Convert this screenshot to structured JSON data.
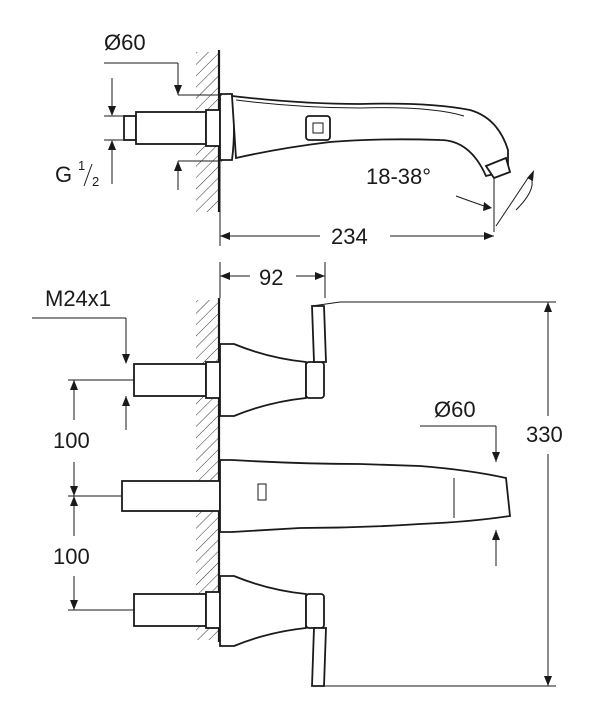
{
  "top_view": {
    "diameter_label": "Ø60",
    "thread_label": "G",
    "thread_fraction_num": "1",
    "thread_fraction_den": "2",
    "angle_label": "18-38°",
    "length_label": "234"
  },
  "front_view": {
    "depth_label": "92",
    "connection_label": "M24x1",
    "spacing_upper_label": "100",
    "spacing_lower_label": "100",
    "diameter_label": "Ø60",
    "height_label": "330"
  }
}
